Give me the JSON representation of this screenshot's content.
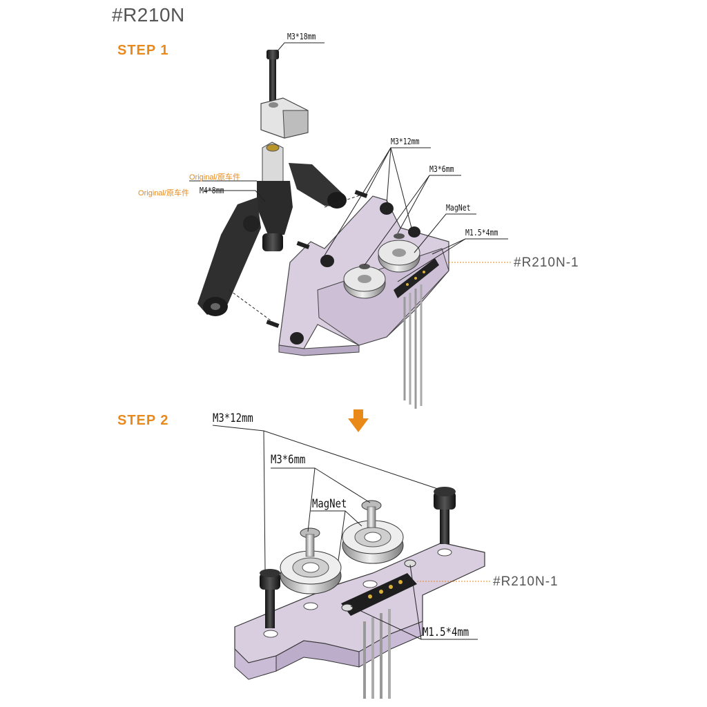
{
  "title": "#R210N",
  "steps": {
    "step1": "STEP 1",
    "step2": "STEP 2"
  },
  "step1_labels": {
    "top_bolt": "M3*18mm",
    "bolt_12": "M3*12mm",
    "bolt_6": "M3*6mm",
    "magnet": "MagNet",
    "screw_small": "M1.5*4mm",
    "part": "#R210N-1",
    "original_1": "Original/原车件",
    "original_2": "Original/原车件",
    "m4": "M4*8mm"
  },
  "step2_labels": {
    "bolt_12": "M3*12mm",
    "bolt_6": "M3*6mm",
    "magnet": "MagNet",
    "part": "#R210N-1",
    "screw_small": "M1.5*4mm"
  },
  "colors": {
    "accent": "#e8891a",
    "plate": "#d9cde0",
    "dark_part": "#2b2b2b",
    "line": "#222222"
  }
}
